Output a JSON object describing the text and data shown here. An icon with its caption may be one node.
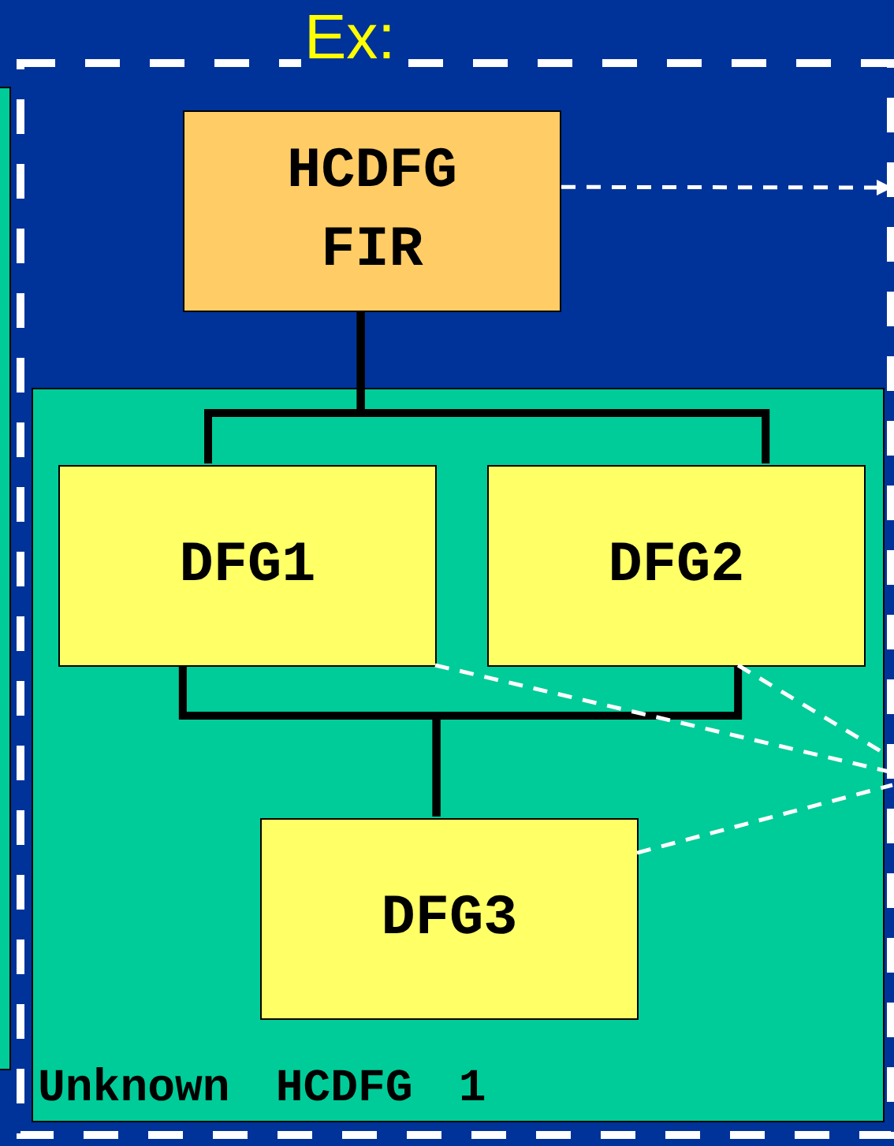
{
  "diagram": {
    "nodes": [
      {
        "text": [],
        "shape": "box"
      },
      {
        "text": [
          "Ex:"
        ]
      },
      {
        "text": [
          "HCDFG FIR"
        ],
        "in": 1
      },
      {
        "text": [
          "Unknown HCDFG 1"
        ],
        "in": 1
      },
      {
        "text": [
          "DFG1"
        ],
        "in": 3
      },
      {
        "text": [
          "DFG2"
        ],
        "in": 3
      },
      {
        "text": [
          "DFG3"
        ],
        "in": 3
      }
    ],
    "edges": [
      {
        "from": 2,
        "to": 4,
        "arrow": "none",
        "style": "thick"
      },
      {
        "from": 2,
        "to": 5,
        "arrow": "none",
        "style": "thick"
      },
      {
        "from": 4,
        "to": 6,
        "arrow": "none",
        "style": "thick"
      },
      {
        "from": 5,
        "to": 6,
        "arrow": "none",
        "style": "thick"
      },
      {
        "from": 2,
        "to": null,
        "arrow": "to",
        "style": "dashed",
        "color": "#ffffff"
      },
      {
        "from": 4,
        "to": null,
        "arrow": "none",
        "style": "dashed",
        "color": "#ffffff"
      },
      {
        "from": 5,
        "to": null,
        "arrow": "none",
        "style": "dashed",
        "color": "#ffffff"
      },
      {
        "from": 6,
        "to": null,
        "arrow": "none",
        "style": "dashed",
        "color": "#ffffff"
      }
    ]
  }
}
